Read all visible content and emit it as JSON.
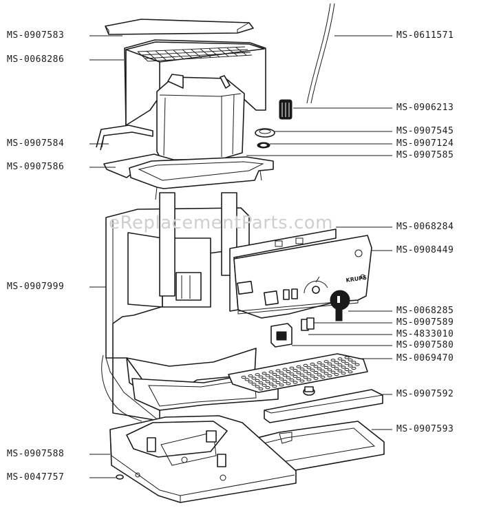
{
  "watermark": "eReplacementParts.com",
  "brand_text": "KRUPS",
  "part_labels": [
    {
      "id": "MS-0907583"
    },
    {
      "id": "MS-0068286"
    },
    {
      "id": "MS-0907584"
    },
    {
      "id": "MS-0907586"
    },
    {
      "id": "MS-0907999"
    },
    {
      "id": "MS-0907588"
    },
    {
      "id": "MS-0047757"
    },
    {
      "id": "MS-0611571"
    },
    {
      "id": "MS-0906213"
    },
    {
      "id": "MS-0907545"
    },
    {
      "id": "MS-0907124"
    },
    {
      "id": "MS-0907585"
    },
    {
      "id": "MS-0068284"
    },
    {
      "id": "MS-0908449"
    },
    {
      "id": "MS-0068285"
    },
    {
      "id": "MS-0907589"
    },
    {
      "id": "MS-4833010"
    },
    {
      "id": "MS-0907580"
    },
    {
      "id": "MS-0069470"
    },
    {
      "id": "MS-0907592"
    },
    {
      "id": "MS-0907593"
    }
  ]
}
